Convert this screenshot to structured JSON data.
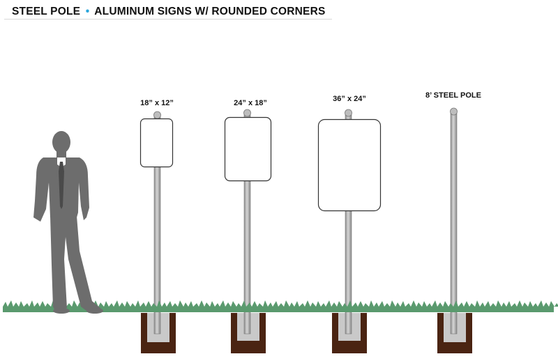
{
  "header": {
    "title_part1": "STEEL POLE",
    "separator": "•",
    "title_part2": "ALUMINUM SIGNS W/ ROUNDED CORNERS"
  },
  "items": [
    {
      "label": "18” x 12”"
    },
    {
      "label": "24” x 18”"
    },
    {
      "label": "36” x 24”"
    },
    {
      "label": "8’ STEEL POLE"
    }
  ],
  "colors": {
    "accent": "#2aa6dc",
    "pole": "#b9b9b9",
    "grass": "#5a9a6e",
    "soil": "#4a2412",
    "concrete": "#c9c9c9",
    "silhouette": "#6d6d6d"
  }
}
